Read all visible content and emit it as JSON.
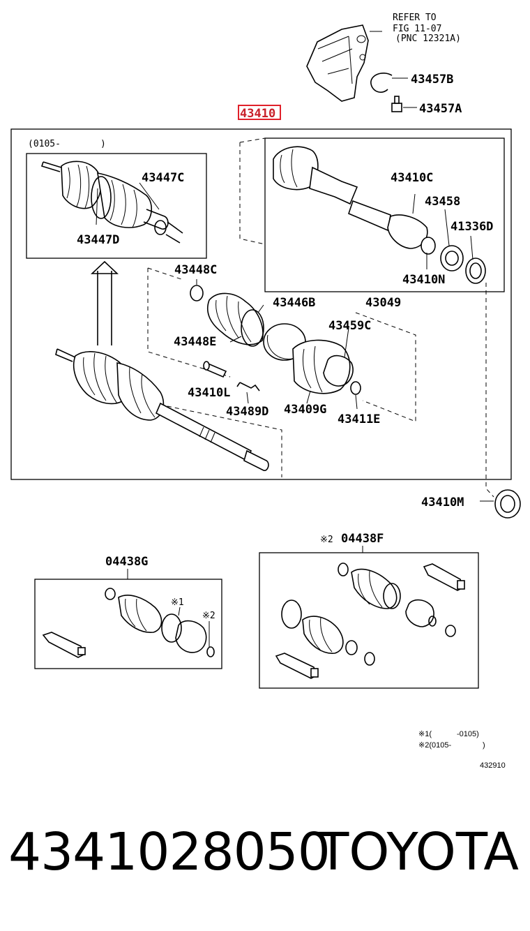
{
  "diagram": {
    "refer": [
      "REFER TO",
      "FIG 11-07",
      "(PNC 12321A)"
    ],
    "highlight_part": "43410",
    "date_range_box": "(0105-",
    "date_range_close": ")",
    "labels": {
      "l43457B": "43457B",
      "l43457A": "43457A",
      "l43447C": "43447C",
      "l43447D": "43447D",
      "l43410C": "43410C",
      "l43458": "43458",
      "l41336D": "41336D",
      "l43410N": "43410N",
      "l43448C": "43448C",
      "l43446B": "43446B",
      "l43049": "43049",
      "l43459C": "43459C",
      "l43448E": "43448E",
      "l43410L": "43410L",
      "l43489D": "43489D",
      "l43409G": "43409G",
      "l43411E": "43411E",
      "l43410M": "43410M",
      "l04438G": "04438G",
      "l04438F": "04438F",
      "mark2_f": "※2",
      "mark1": "※1",
      "mark2": "※2"
    },
    "notes": {
      "n1a": "※1(",
      "n1b": "-0105)",
      "n2a": "※2(0105-",
      "n2b": ")"
    },
    "figure_id": "432910"
  },
  "footer": {
    "part_number": "4341028050",
    "brand": "TOYOTA"
  }
}
